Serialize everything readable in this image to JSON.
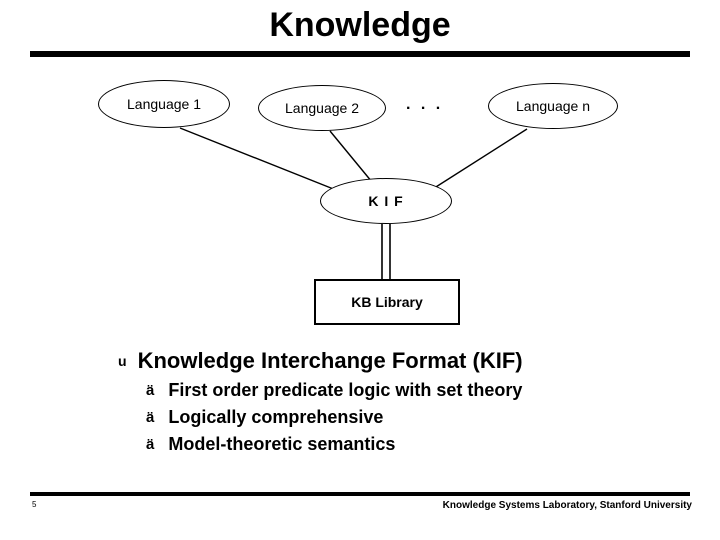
{
  "slide": {
    "title": "Knowledge",
    "page_number": "5",
    "footer_credit": "Knowledge Systems Laboratory, Stanford University"
  },
  "diagram": {
    "nodes": [
      {
        "id": "lang1",
        "label": "Language 1",
        "shape": "ellipse"
      },
      {
        "id": "lang2",
        "label": "Language 2",
        "shape": "ellipse"
      },
      {
        "id": "langn",
        "label": "Language n",
        "shape": "ellipse"
      },
      {
        "id": "kif",
        "label": "K I F",
        "shape": "ellipse"
      },
      {
        "id": "kblib",
        "label": "KB Library",
        "shape": "rectangle"
      }
    ],
    "ellipsis": ". . .",
    "edges": [
      {
        "from": "lang1",
        "to": "kif"
      },
      {
        "from": "lang2",
        "to": "kif"
      },
      {
        "from": "langn",
        "to": "kif"
      },
      {
        "from": "kif",
        "to": "kblib",
        "style": "double-line"
      }
    ]
  },
  "bullets": {
    "level1": {
      "marker": "u",
      "text": "Knowledge Interchange Format (KIF)"
    },
    "level2": [
      {
        "marker": "ä",
        "text": "First order predicate logic with set theory"
      },
      {
        "marker": "ä",
        "text": "Logically comprehensive"
      },
      {
        "marker": "ä",
        "text": "Model-theoretic semantics"
      }
    ]
  },
  "colors": {
    "text": "#000000",
    "background": "#ffffff",
    "rule": "#000000"
  }
}
